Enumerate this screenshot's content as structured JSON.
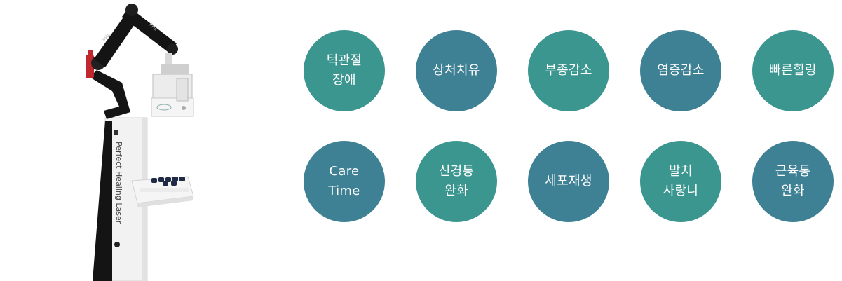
{
  "device": {
    "brand_mark": "PHL",
    "model_text": "Perfect Healing Laser",
    "colors": {
      "body": "#f3f3f3",
      "frame": "#151515",
      "accent": "#c0282d"
    }
  },
  "colors": {
    "green": "#3b9690",
    "blue": "#3e8194"
  },
  "benefits": [
    {
      "label": "턱관절\n장애",
      "color": "green"
    },
    {
      "label": "상처치유",
      "color": "blue"
    },
    {
      "label": "부종감소",
      "color": "green"
    },
    {
      "label": "염증감소",
      "color": "blue"
    },
    {
      "label": "빠른힐링",
      "color": "green"
    },
    {
      "label": "Care\nTime",
      "color": "blue"
    },
    {
      "label": "신경통\n완화",
      "color": "green"
    },
    {
      "label": "세포재생",
      "color": "blue"
    },
    {
      "label": "발치\n사랑니",
      "color": "green"
    },
    {
      "label": "근육통\n완화",
      "color": "blue"
    }
  ]
}
